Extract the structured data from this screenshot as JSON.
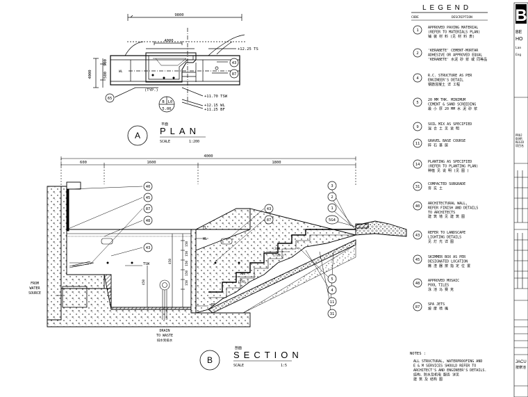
{
  "plan": {
    "dims": {
      "overall": "9800",
      "inner": "4000",
      "h1": "4000",
      "h2": "900",
      "h3": "500"
    },
    "levels": {
      "ts": "+12.25 TS",
      "tsw": "+11.70 TSW",
      "wl": "+12.15 WL",
      "bf": "+11.25 BF"
    },
    "refs": {
      "r43": "43",
      "r87": "87",
      "r65": "65"
    },
    "typ": "(TYP.)",
    "section_marker": {
      "letter": "B",
      "num": "L0",
      "sheet": "5.06"
    },
    "title_letter": "A",
    "title": "PLAN",
    "title_cn": "平面",
    "scale_label": "SCALE",
    "scale_value": "1:200"
  },
  "section": {
    "dims": {
      "d1": "600",
      "d2": "1600",
      "d3": "1800",
      "top": "4000"
    },
    "left_refs": [
      "40",
      "45",
      "87",
      "48",
      "43"
    ],
    "mid_refs": [
      "43",
      "87"
    ],
    "right_refs": [
      "3",
      "2",
      "1",
      "5G4"
    ],
    "bottom_refs": [
      "5",
      "4",
      "11",
      "31"
    ],
    "levels": {
      "fl": "FL",
      "wl": "WL",
      "tsw": "TSW",
      "bf": "BF"
    },
    "step_dims": [
      "150",
      "150",
      "150",
      "150",
      "150"
    ],
    "depth": "450",
    "side": "450",
    "step300": "300",
    "step500": "500",
    "typ": "(TYP.)",
    "from_water": [
      "FROM",
      "WATER",
      "SOURCE"
    ],
    "drain": [
      "DRAIN",
      "TO WASTE",
      "排水到排水"
    ],
    "title_letter": "B",
    "title": "SECTION",
    "title_cn": "剖面",
    "scale_label": "SCALE",
    "scale_value": "1:5"
  },
  "legend": {
    "title": "LEGEND",
    "col_code": "CODE",
    "col_desc": "DESCRIPTION",
    "items": [
      {
        "code": "1",
        "lines": [
          "APPROVED PAVING MATERIAL",
          "(REFER TO MATERIALS PLAN)",
          "铺 装 材 料  (见 材 料 表)"
        ]
      },
      {
        "code": "2",
        "lines": [
          "'KERABETE' CEMENT-MORTAR",
          "ADHESIVE OR APPROVED EQUAL",
          "'KERABETE'  水泥 砂 浆 或 同等品"
        ]
      },
      {
        "code": "4",
        "lines": [
          "R.C. STRUCTURE AS PER",
          "ENGINEER'S DETAIL",
          "钢筋混凝土       详 工程"
        ]
      },
      {
        "code": "5",
        "lines": [
          "20 MM THK. MINIMUM",
          "CEMENT & SAND SCREEDING",
          "最 小 厚      20 MM   水 泥 砂 浆"
        ]
      },
      {
        "code": "9",
        "lines": [
          "SOIL MIX AS SPECIFIED",
          "混 合 土 见 说 明"
        ]
      },
      {
        "code": "11",
        "lines": [
          "GRAVEL BASE COURSE",
          "碎 石 基 层"
        ]
      },
      {
        "code": "14",
        "lines": [
          "PLANTING AS SPECIFIED",
          "(REFER TO PLANTING PLAN)",
          "种植 见 说 明  (见 图 )"
        ]
      },
      {
        "code": "31",
        "lines": [
          "COMPACTED SUBGRADE",
          "夯 实 土"
        ]
      },
      {
        "code": "40",
        "lines": [
          "ARCHITECTURAL WALL,",
          "REFER FINISH AND DETAILS",
          "TO ARCHITECTS",
          "建 筑 墙 见 建 筑 图"
        ]
      },
      {
        "code": "43",
        "lines": [
          "REFER TO LANDSCAPE",
          "LIGHTING DETAILS",
          "见 灯 光 详 图"
        ]
      },
      {
        "code": "45",
        "lines": [
          "SKIMMER BOX AS PER",
          "DESIGNATED LOCATION",
          "撇 渣 器 按 指 定 位 置"
        ]
      },
      {
        "code": "48",
        "lines": [
          "APPROVED MOSAIC",
          "POOL TILES",
          "泳 池 马 赛 克"
        ]
      },
      {
        "code": "87",
        "lines": [
          "SPA JETS",
          "按 摩 喷 嘴"
        ]
      }
    ],
    "notes_title": "NOTES :",
    "notes": [
      "ALL STRUCTURAL, WATERPROOFING AND",
      "E & M SERVICES SHOULD REFER TO",
      "ARCHITECT'S AND ENGINEER'S DETAILS.",
      "结构、防水及机电 服务 详见",
      "建 筑 及 结构 图"
    ]
  },
  "titleblock": {
    "logo": "B",
    "lines": [
      "BE",
      "HO",
      "Lan",
      "Eng"
    ],
    "project": [
      "PROJ",
      "QUAR",
      "RESID",
      "项目名"
    ],
    "drawing_title": [
      "JACU",
      "按摩池"
    ]
  }
}
